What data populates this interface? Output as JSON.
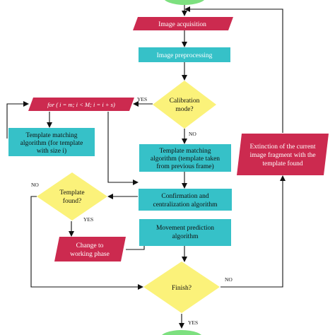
{
  "colors": {
    "io_fill": "#cc2a4f",
    "process_fill": "#36c1c8",
    "decision_fill": "#fbf27a",
    "terminal_fill": "#7de07f",
    "edge": "#111111"
  },
  "nodes": {
    "image_acquisition": "Image acquisition",
    "image_preprocessing": "Image preprocessing",
    "calibration_mode": [
      "Calibration",
      "mode?"
    ],
    "for_loop": "for ( i = m; i < M; i = i + s)",
    "template_matching_size": [
      "Template matching",
      "algorithm (for template",
      "with size i)"
    ],
    "template_matching_prev": [
      "Template matching",
      "algorithm (template taken",
      "from previous frame)"
    ],
    "confirmation": [
      "Confirmation and",
      "centralization algorithm"
    ],
    "template_found": [
      "Template",
      "found?"
    ],
    "movement_prediction": [
      "Movement prediction",
      "algorithm"
    ],
    "change_working": [
      "Change to",
      "working phase"
    ],
    "extinction": [
      "Extinction of the current",
      "image fragment with the",
      "template found"
    ],
    "finish": "Finish?"
  },
  "edge_labels": {
    "calibration_yes": "YES",
    "calibration_no": "NO",
    "template_found_no": "NO",
    "template_found_yes": "YES",
    "finish_no": "NO",
    "finish_yes": "YES"
  }
}
